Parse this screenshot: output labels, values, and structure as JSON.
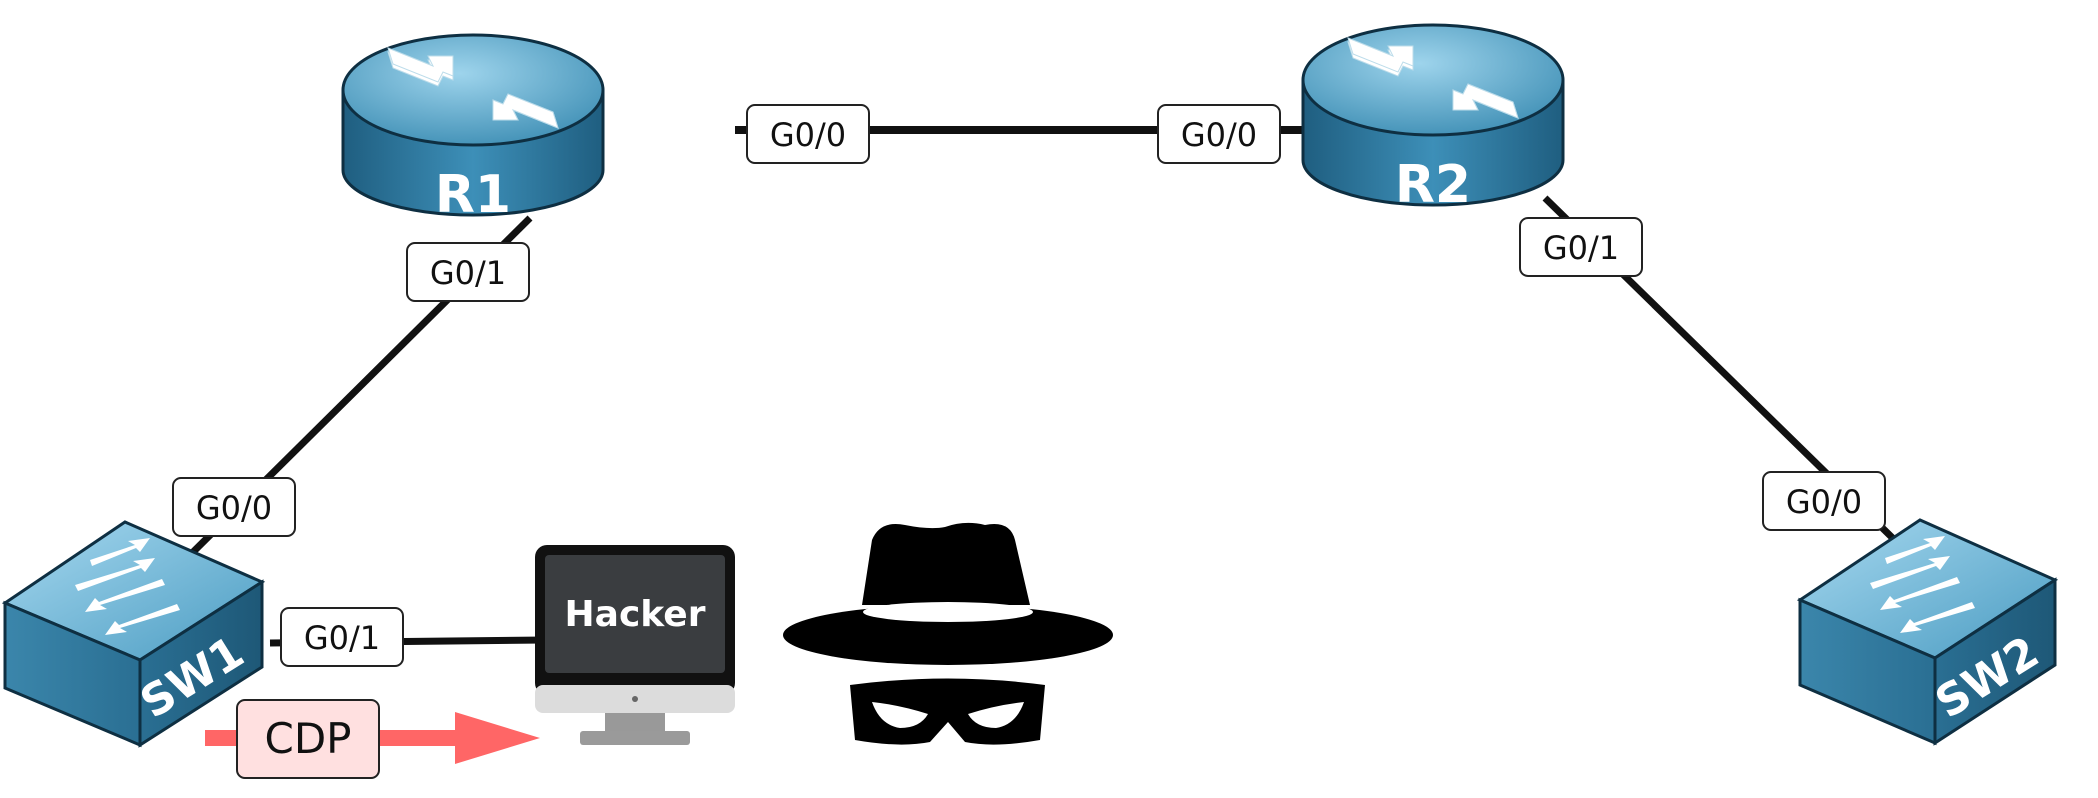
{
  "devices": {
    "r1": {
      "label": "R1"
    },
    "r2": {
      "label": "R2"
    },
    "sw1": {
      "label": "SW1"
    },
    "sw2": {
      "label": "SW2"
    },
    "host": {
      "label": "Hacker"
    }
  },
  "interfaces": {
    "r1_g00": "G0/0",
    "r1_g01": "G0/1",
    "r2_g00": "G0/0",
    "r2_g01": "G0/1",
    "sw1_g00": "G0/0",
    "sw1_g01": "G0/1",
    "sw2_g00": "G0/0"
  },
  "cdp_label": "CDP",
  "colors": {
    "device_light": "#7cc2e0",
    "device_dark": "#2b6f92",
    "link": "#111111",
    "cdp_arrow": "#ff6666",
    "cdp_box_fill": "#ffe0e0",
    "screen": "#3a3d40"
  }
}
